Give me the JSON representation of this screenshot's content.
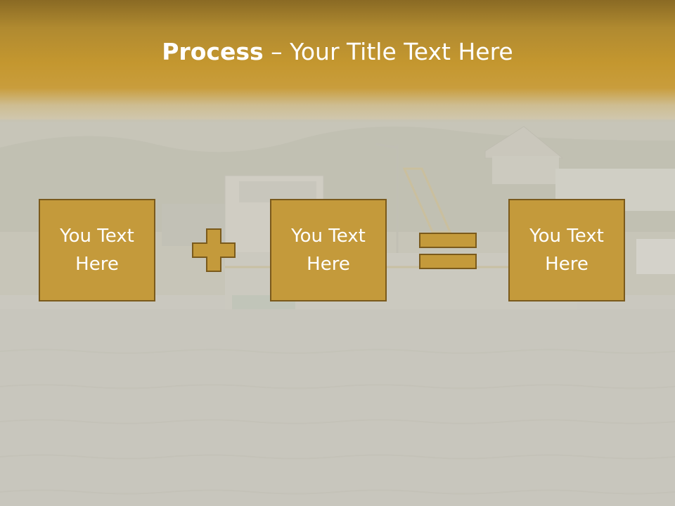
{
  "title": {
    "bold": "Process",
    "rest": " – Your Title Text Here"
  },
  "boxes": [
    {
      "text": "You Text Here"
    },
    {
      "text": "You Text Here"
    },
    {
      "text": "You Text Here"
    }
  ],
  "operators": [
    "plus-icon",
    "equals-icon"
  ],
  "colors": {
    "header": "#c4972f",
    "box_fill": "#c49a3b",
    "box_border": "#7a5a1c",
    "title_text": "#ffffff"
  }
}
